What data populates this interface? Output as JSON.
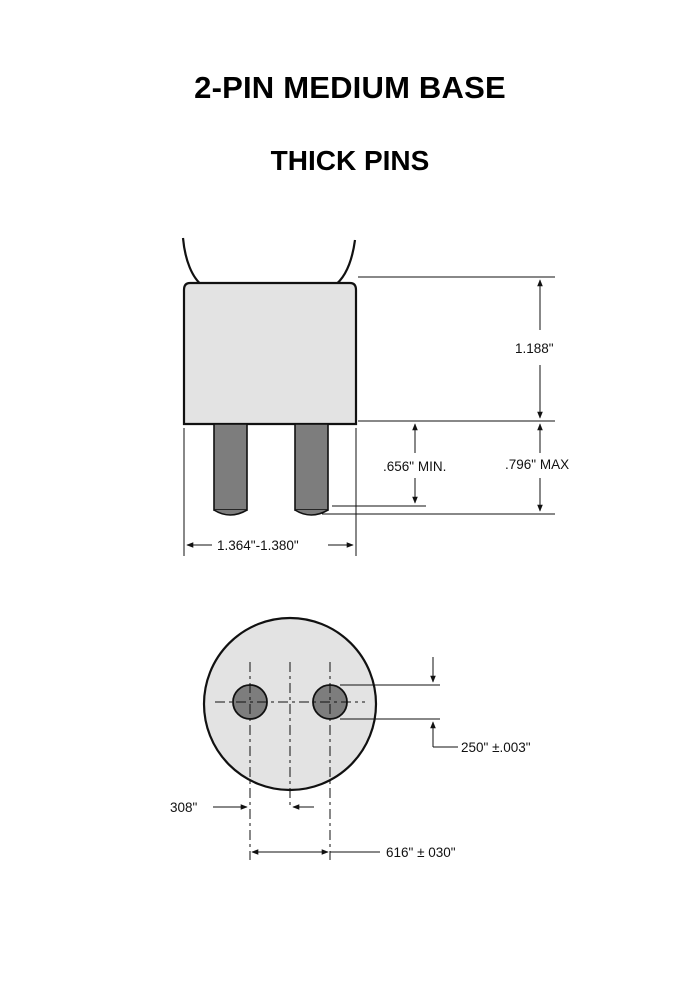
{
  "title": "2-PIN MEDIUM BASE",
  "subtitle": "THICK PINS",
  "side_view": {
    "base_height_label": "1.188\"",
    "pin_length_label": ".656\" MIN.",
    "overall_pin_label": ".796\" MAX",
    "base_width_label": "1.364\"-1.380\""
  },
  "bottom_view": {
    "pin_diameter_label": "250\" ±.003\"",
    "half_spacing_label": "308\"",
    "pin_spacing_label": "616\" ± 030\""
  },
  "colors": {
    "base_fill": "#e3e3e3",
    "pin_fill": "#7d7d7d",
    "line": "#111111"
  }
}
